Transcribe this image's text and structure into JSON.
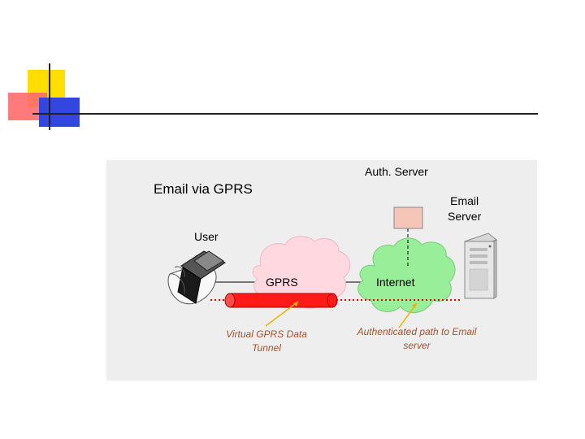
{
  "colors": {
    "deco_yellow": "#ffde00",
    "deco_red": "#ff6b6b",
    "deco_blue": "#3346e0",
    "panel_bg": "#eeeeee",
    "gprs_cloud": "#ffd8e0",
    "internet_cloud": "#99ee99",
    "tunnel": "#ff1a1a",
    "path_dots": "#e00000",
    "auth_box": "#f5c6b8",
    "note_text": "#a0522d"
  },
  "diagram": {
    "title": "Email via GPRS",
    "auth_server_label": "Auth. Server",
    "email_server_label": [
      "Email",
      "Server"
    ],
    "user_label": "User",
    "gprs_cloud_label": "GPRS",
    "internet_cloud_label": "Internet",
    "tunnel_note": [
      "Virtual GPRS Data",
      "Tunnel"
    ],
    "auth_path_note": [
      "Authenticated path to Email",
      "server"
    ]
  }
}
